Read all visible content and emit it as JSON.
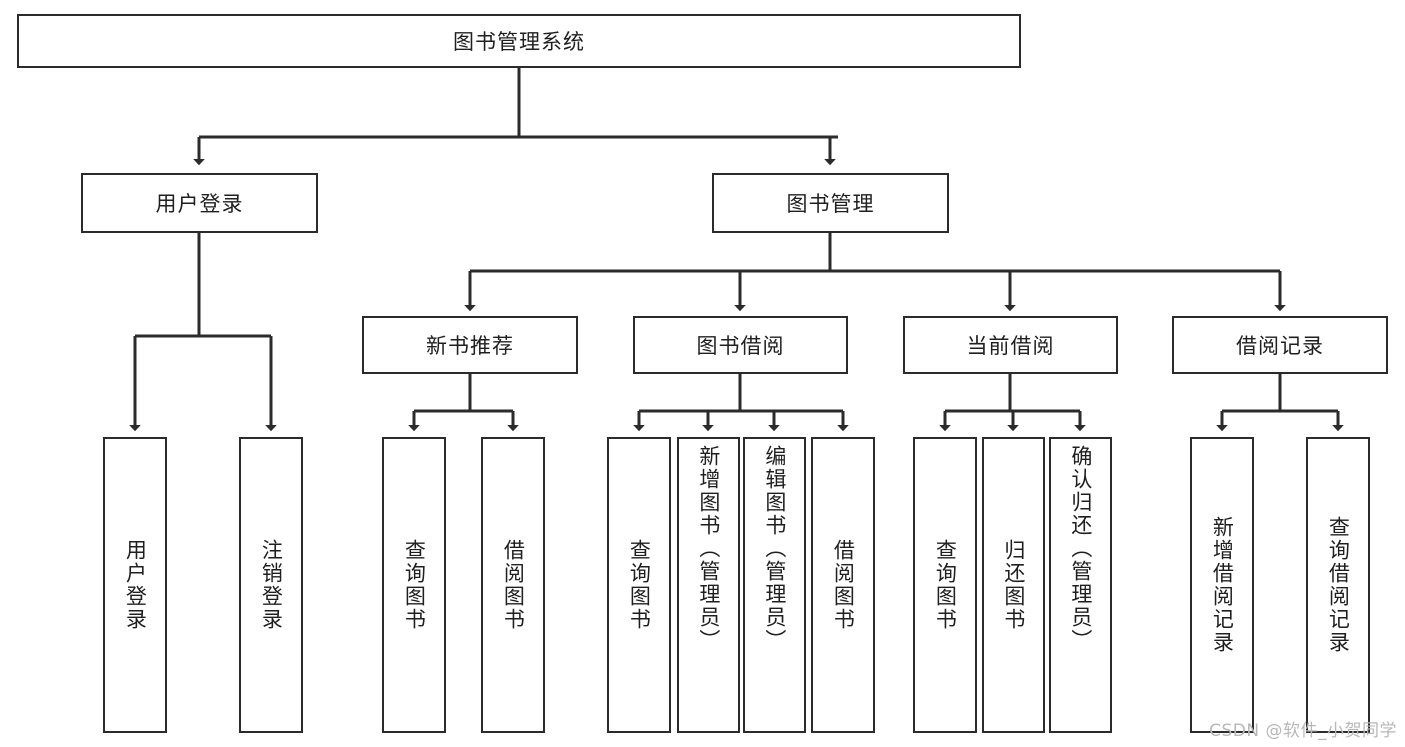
{
  "diagram": {
    "title": "图书管理系统",
    "type": "tree-hierarchy",
    "root": {
      "label": "图书管理系统"
    },
    "level1": [
      {
        "label": "用户登录"
      },
      {
        "label": "图书管理"
      }
    ],
    "level2": [
      {
        "label": "新书推荐",
        "parent": "图书管理"
      },
      {
        "label": "图书借阅",
        "parent": "图书管理"
      },
      {
        "label": "当前借阅",
        "parent": "图书管理"
      },
      {
        "label": "借阅记录",
        "parent": "图书管理"
      }
    ],
    "leaves_user_login": [
      {
        "label": "用户登录"
      },
      {
        "label": "注销登录"
      }
    ],
    "leaves_new_book": [
      {
        "label": "查询图书"
      },
      {
        "label": "借阅图书"
      }
    ],
    "leaves_borrow": [
      {
        "label": "查询图书"
      },
      {
        "label": "新增图书（管理员）"
      },
      {
        "label": "编辑图书（管理员）"
      },
      {
        "label": "借阅图书"
      }
    ],
    "leaves_current": [
      {
        "label": "查询图书"
      },
      {
        "label": "归还图书"
      },
      {
        "label": "确认归还（管理员）"
      }
    ],
    "leaves_record": [
      {
        "label": "新增借阅记录"
      },
      {
        "label": "查询借阅记录"
      }
    ]
  },
  "watermark": {
    "text": "CSDN @软件_小贺同学"
  },
  "colors": {
    "stroke": "#2b2b2b",
    "background": "#ffffff",
    "text": "#1f1f1f",
    "watermark": "#b8b8b8"
  }
}
